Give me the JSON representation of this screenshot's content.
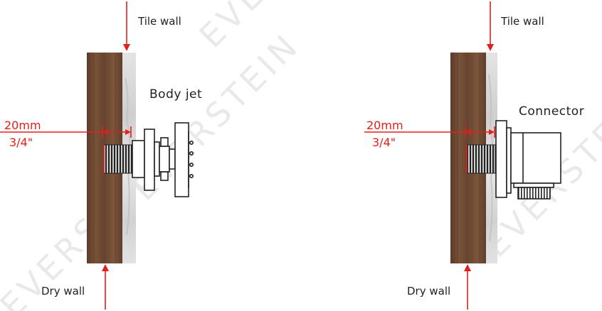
{
  "watermark": "EVERSTEIN",
  "colors": {
    "dimension": "#e0201d",
    "wood": "#6e4a33",
    "tile": "#d9d9d9",
    "line": "#222222"
  },
  "left_panel": {
    "top_label": "Tile wall",
    "bottom_label": "Dry wall",
    "component_label": "Body jet",
    "dim_mm": "20mm",
    "dim_in": "3/4\""
  },
  "right_panel": {
    "top_label": "Tile wall",
    "bottom_label": "Dry wall",
    "component_label": "Connector",
    "dim_mm": "20mm",
    "dim_in": "3/4\""
  }
}
